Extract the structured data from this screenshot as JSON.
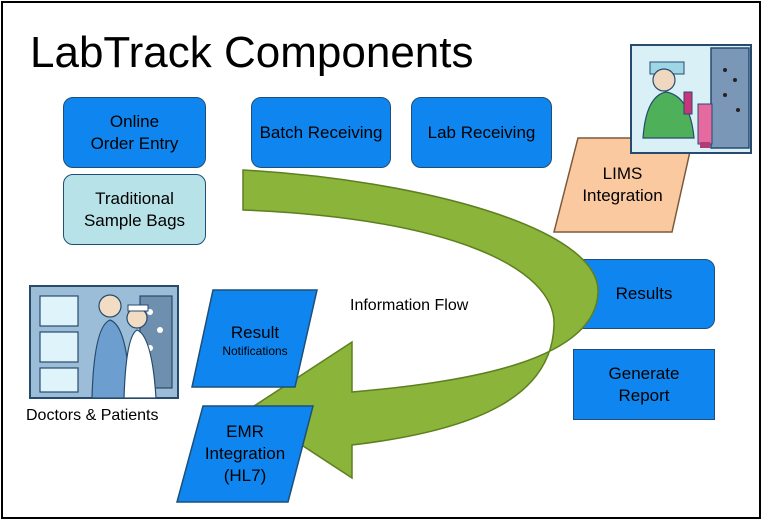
{
  "title": "LabTrack Components",
  "components": {
    "online_order_entry": [
      "Online",
      "Order Entry"
    ],
    "batch_receiving": "Batch Receiving",
    "lab_receiving": "Lab Receiving",
    "traditional_sample_bags": [
      "Traditional",
      "Sample Bags"
    ],
    "lims_integration": [
      "LIMS",
      "Integration"
    ],
    "results": "Results",
    "generate_report": [
      "Generate",
      "Report"
    ],
    "result_notifications": [
      "Result",
      "Notifications"
    ],
    "emr_integration": [
      "EMR",
      "Integration",
      "(HL7)"
    ]
  },
  "flow_label": "Information Flow",
  "doctors_label": "Doctors & Patients",
  "colors": {
    "box_blue": "#0f86ef",
    "box_light": "#b7e3e8",
    "lims_peach": "#fbc9a0",
    "arrow_green": "#8ab43a"
  }
}
